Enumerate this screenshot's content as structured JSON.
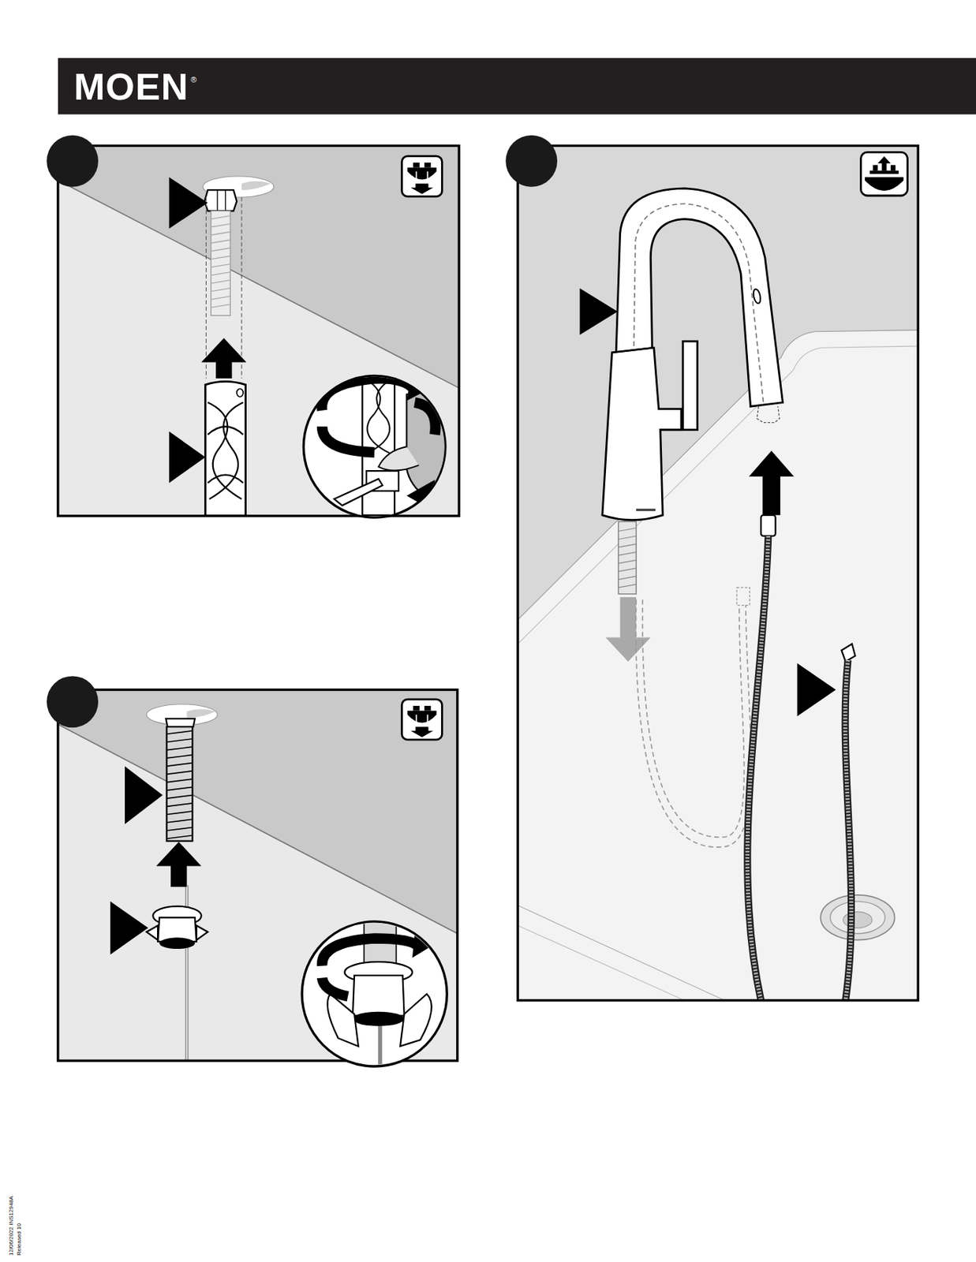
{
  "diagram": {
    "labels": [
      "MOEN",
      "®",
      "12/06/2022 INS12948A",
      "Released 10"
    ]
  }
}
